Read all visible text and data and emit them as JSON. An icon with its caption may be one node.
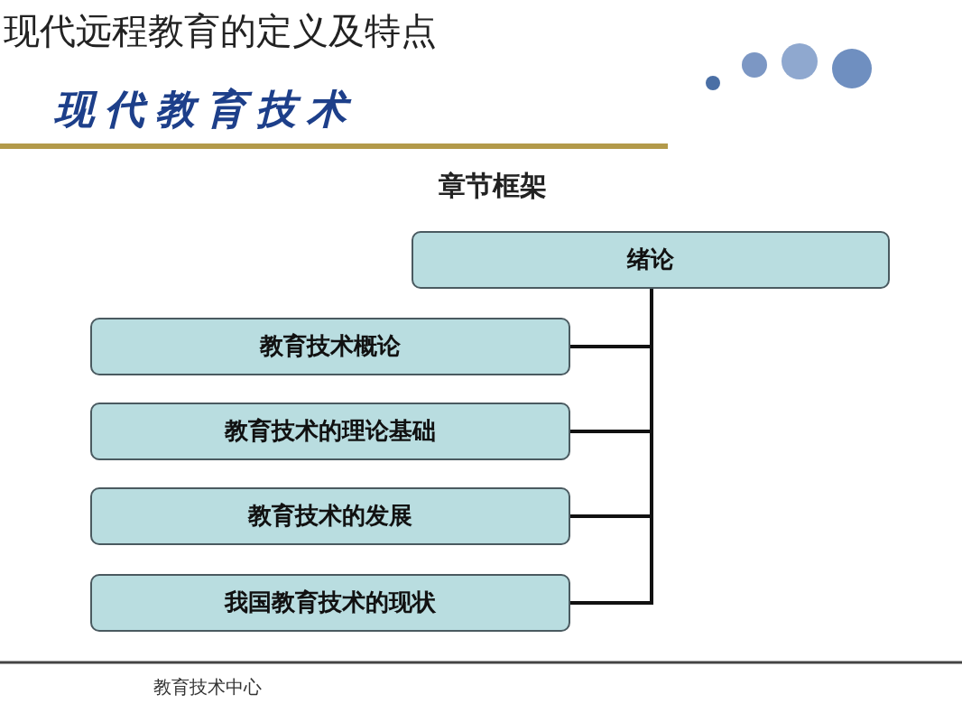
{
  "diagram": {
    "title": "现代远程教育的定义及特点",
    "nodes": [
      {
        "text": [
          "绪论"
        ]
      },
      {
        "text": [
          "教育技术概论"
        ]
      },
      {
        "text": [
          "教育技术的理论基础"
        ]
      },
      {
        "text": [
          "教育技术的发展"
        ]
      },
      {
        "text": [
          "我国教育技术的现状"
        ]
      }
    ],
    "edges": [
      {
        "from": 0,
        "to": 1,
        "arrow": "none"
      },
      {
        "from": 0,
        "to": 2,
        "arrow": "none"
      },
      {
        "from": 0,
        "to": 3,
        "arrow": "none"
      },
      {
        "from": 0,
        "to": 4,
        "arrow": "none"
      }
    ],
    "labels": [
      "现代教育技术",
      "章节框架",
      "教育技术中心"
    ]
  }
}
